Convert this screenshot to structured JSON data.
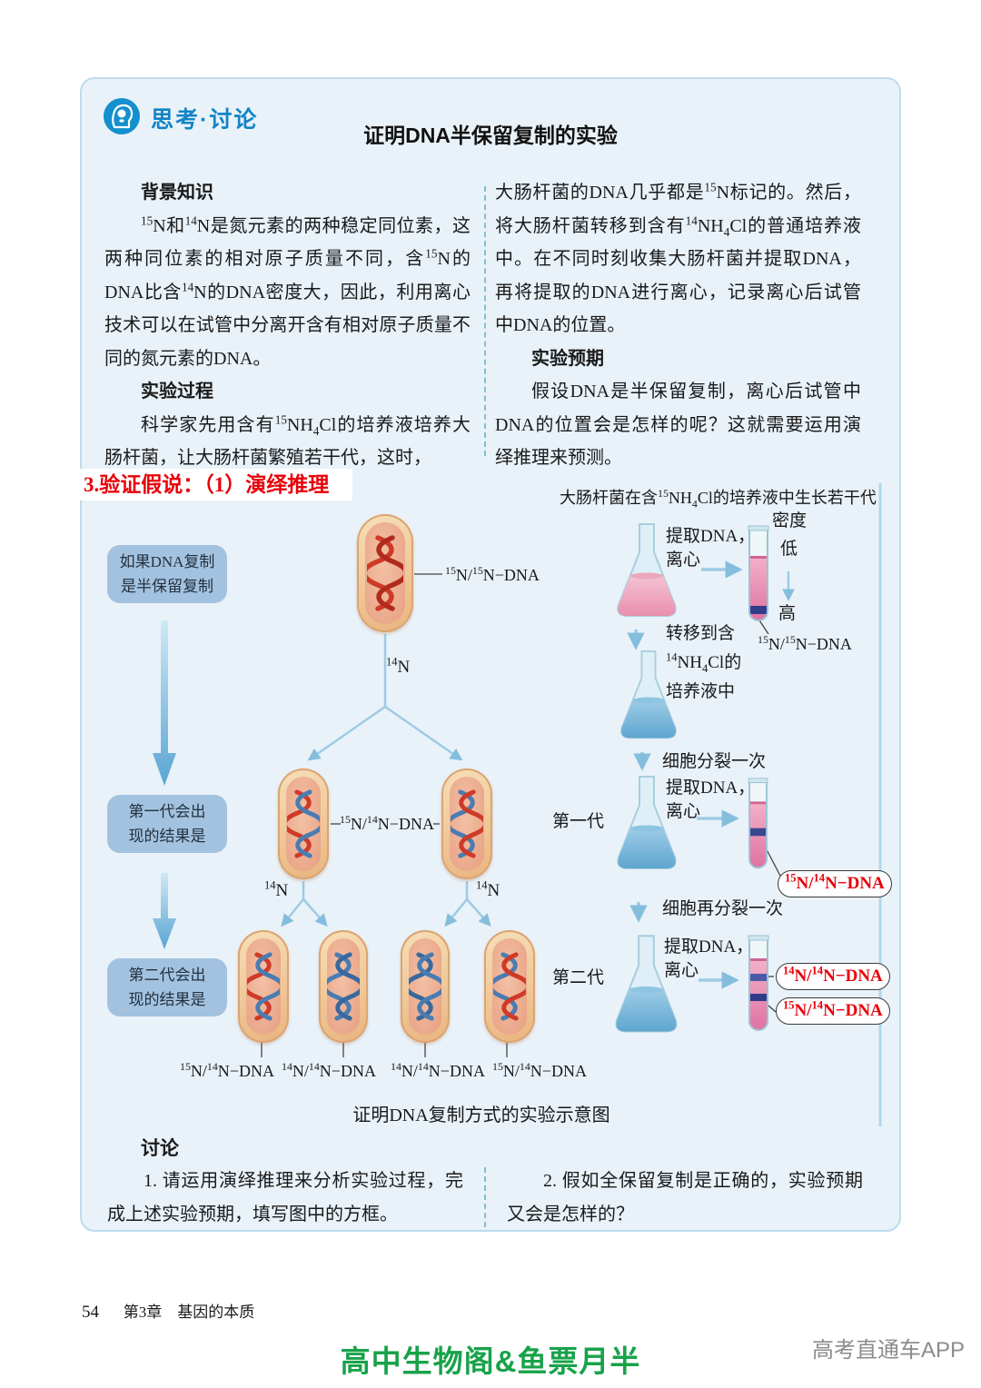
{
  "header": {
    "icon": "lightbulb-head-icon",
    "label": "思考·讨论",
    "title": "证明DNA半保留复制的实验"
  },
  "columns": {
    "left": {
      "heading1": "背景知识",
      "para1": "{15}N和{14}N是氮元素的两种稳定同位素，这两种同位素的相对原子质量不同，含{15}N的DNA比含{14}N的DNA密度大，因此，利用离心技术可以在试管中分离开含有相对原子质量不同的氮元素的DNA。",
      "heading2": "实验过程",
      "para2": "科学家先用含有{15}NH[4]Cl的培养液培养大肠杆菌，让大肠杆菌繁殖若干代，这时，"
    },
    "right": {
      "para1": "大肠杆菌的DNA几乎都是{15}N标记的。然后，将大肠杆菌转移到含有{14}NH[4]Cl的普通培养液中。在不同时刻收集大肠杆菌并提取DNA，再将提取的DNA进行离心，记录离心后试管中DNA的位置。",
      "heading": "实验预期",
      "para2": "假设DNA是半保留复制，离心后试管中DNA的位置会是怎样的呢？这就需要运用演绎推理来预测。"
    }
  },
  "annotation": {
    "text": "3.验证假说：（1）演绎推理"
  },
  "figure": {
    "top_note": "大肠杆菌在含{15}NH[4]Cl的培养液中生长若干代",
    "hypothesis": [
      "如果DNA复制",
      "是半保留复制"
    ],
    "gen1_result": [
      "第一代会出",
      "现的结果是"
    ],
    "gen2_result": [
      "第二代会出",
      "现的结果是"
    ],
    "gen0_dna_label": "{15}N/{15}N−DNA",
    "n14_parent": "{14}N",
    "gen1_dna_label": "{15}N/{14}N−DNA",
    "n14_left": "{14}N",
    "n14_right": "{14}N",
    "gen2_dna_labels": [
      "{15}N/{14}N−DNA",
      "{14}N/{14}N−DNA",
      "{14}N/{14}N−DNA",
      "{15}N/{14}N−DNA"
    ],
    "extract_centrifuge": [
      "提取DNA，",
      "离心"
    ],
    "density": "密度",
    "density_low": "低",
    "density_high": "高",
    "tube1_label": "{15}N/{15}N−DNA",
    "transfer": [
      "转移到含",
      "{14}NH[4]Cl的",
      "培养液中"
    ],
    "divide_once": "细胞分裂一次",
    "gen1_name": "第一代",
    "tube2_note": "{15}N/{14}N−DNA",
    "divide_again": "细胞再分裂一次",
    "gen2_name": "第二代",
    "tube3_notes": [
      "{14}N/{14}N−DNA",
      "{15}N/{14}N−DNA"
    ],
    "caption": "证明DNA复制方式的实验示意图"
  },
  "discussion": {
    "heading": "讨论",
    "q1": "1. 请运用演绎推理来分析实验过程，完成上述实验预期，填写图中的方框。",
    "q2": "2. 假如全保留复制是正确的，实验预期又会是怎样的？"
  },
  "footer": {
    "page_number": "54",
    "chapter": "第3章　基因的本质"
  },
  "watermarks": {
    "center_green": "高中生物阁&鱼票月半",
    "right_gray": "高考直通车APP"
  },
  "colors": {
    "accent_blue": "#1390cd",
    "panel_bg": "#e9f2f9",
    "panel_border": "#bcdcec",
    "highlight_red": "#e8000a",
    "box_blue": "#a2c2e0",
    "dna_red": "#c8372a",
    "dna_blue": "#4a7cb2",
    "flask_pink": "#e98fae",
    "flask_blue": "#5ea6d0",
    "watermark_green": "#18a24a",
    "watermark_gray": "#8c8c8c"
  }
}
